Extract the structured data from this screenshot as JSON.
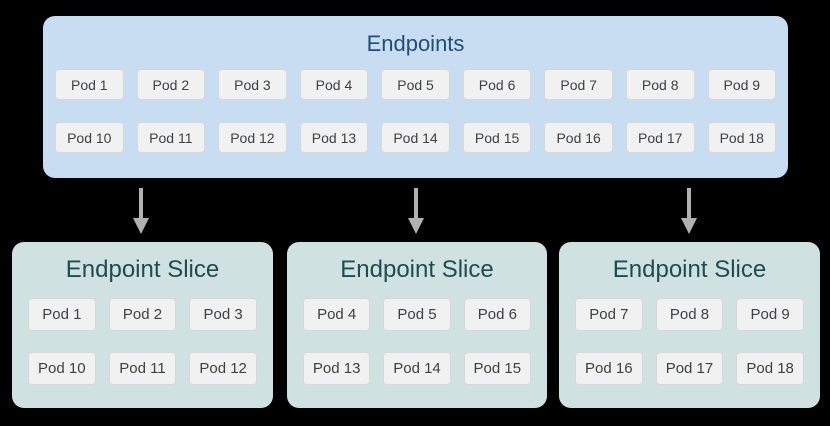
{
  "colors": {
    "canvas-bg": "#000000",
    "endpoints-bg": "#c9ddf2",
    "endpoints-title": "#1f4e79",
    "slice-bg": "#cfe2e1",
    "slice-title": "#1d4d4d",
    "pod-bg": "#f1f1f1",
    "pod-border": "#d8d8d8",
    "pod-text": "#3e4144",
    "arrow-color": "#b1b1b1"
  },
  "endpoints": {
    "title": "Endpoints",
    "rows": [
      [
        "Pod 1",
        "Pod 2",
        "Pod 3",
        "Pod 4",
        "Pod 5",
        "Pod 6",
        "Pod 7",
        "Pod 8",
        "Pod 9"
      ],
      [
        "Pod 10",
        "Pod 11",
        "Pod 12",
        "Pod 13",
        "Pod 14",
        "Pod 15",
        "Pod 16",
        "Pod 17",
        "Pod 18"
      ]
    ]
  },
  "arrows": {
    "direction": "down",
    "count": 3
  },
  "slices": [
    {
      "title": "Endpoint Slice",
      "pods": [
        "Pod 1",
        "Pod 2",
        "Pod 3",
        "Pod 10",
        "Pod 11",
        "Pod 12"
      ]
    },
    {
      "title": "Endpoint Slice",
      "pods": [
        "Pod 4",
        "Pod 5",
        "Pod 6",
        "Pod 13",
        "Pod 14",
        "Pod 15"
      ]
    },
    {
      "title": "Endpoint Slice",
      "pods": [
        "Pod 7",
        "Pod 8",
        "Pod 9",
        "Pod 16",
        "Pod 17",
        "Pod 18"
      ]
    }
  ]
}
